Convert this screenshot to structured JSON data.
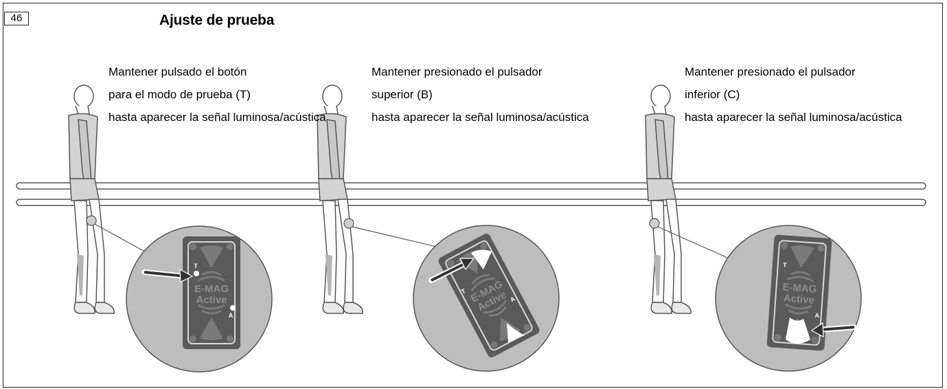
{
  "figure_number": "46",
  "title": "Ajuste de prueba",
  "steps": [
    {
      "lines": [
        "Mantener pulsado el botón",
        "para el modo de prueba (T)",
        "hasta aparecer la señal luminosa/acústica"
      ]
    },
    {
      "lines": [
        "Mantener presionado el pulsador",
        "superior (B)",
        "hasta aparecer la señal luminosa/acústica"
      ]
    },
    {
      "lines": [
        "Mantener presionado el pulsador",
        "inferior (C)",
        "hasta aparecer la señal luminosa/acústica"
      ]
    }
  ],
  "device": {
    "brand_line1": "E-MAG",
    "brand_line2": "Active",
    "led_t": "T",
    "led_a": "A"
  },
  "colors": {
    "figure_fill": "#d3d3d3",
    "figure_stroke": "#555555",
    "device_body": "#5a5a5a",
    "magnifier_bg": "#bdbdbd",
    "highlight": "#9a9a9a"
  }
}
